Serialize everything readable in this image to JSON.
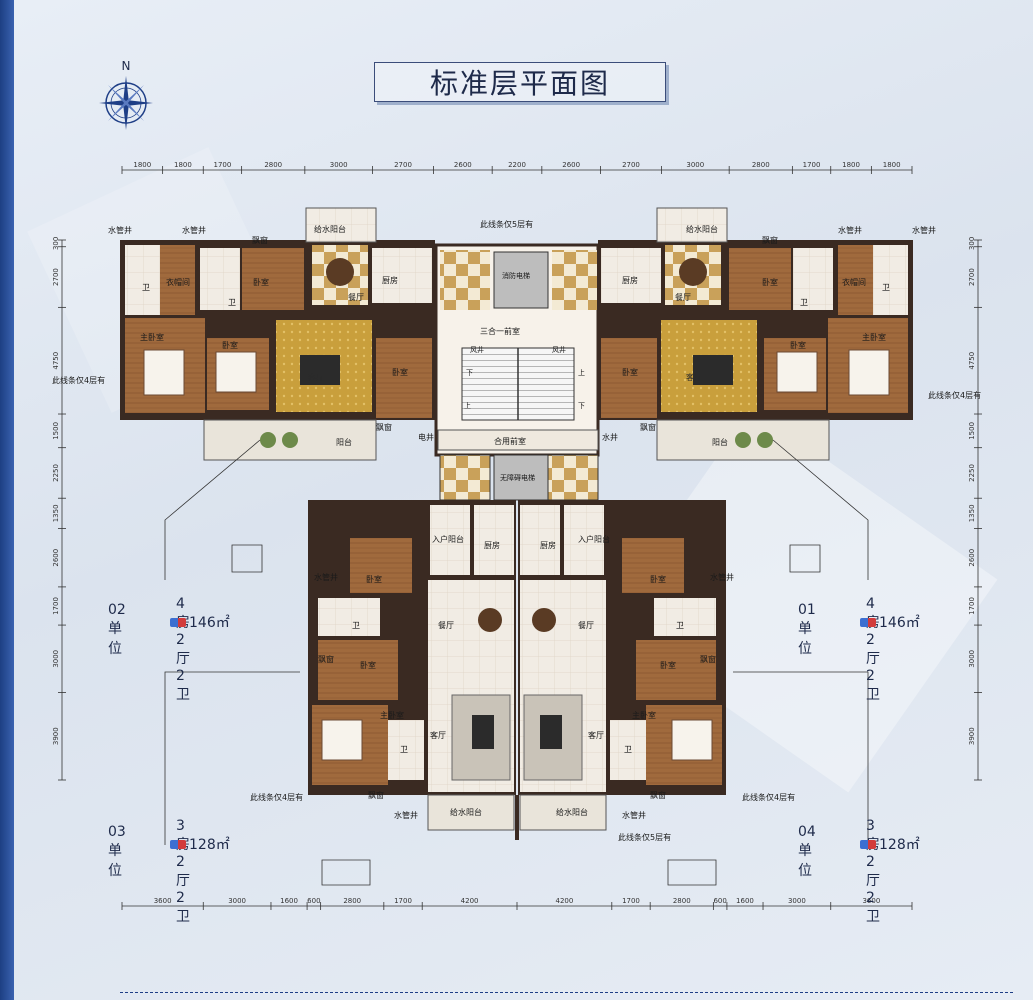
{
  "title": "标准层平面图",
  "compass": {
    "north_label": "N"
  },
  "dimensions": {
    "top": [
      "1800",
      "1800",
      "1700",
      "2800",
      "3000",
      "2700",
      "2600",
      "2200",
      "2600",
      "2700",
      "3000",
      "2800",
      "1700",
      "1800",
      "1800"
    ],
    "bottom": [
      "3600",
      "3000",
      "1600",
      "600",
      "2800",
      "1700",
      "4200",
      "4200",
      "1700",
      "2800",
      "600",
      "1600",
      "3000",
      "3600"
    ],
    "left": [
      "300",
      "2700",
      "4750",
      "1500",
      "2250",
      "1350",
      "2600",
      "1700",
      "3000",
      "3900"
    ],
    "right": [
      "300",
      "2700",
      "4750",
      "1500",
      "2250",
      "1350",
      "2600",
      "1700",
      "3000",
      "3900"
    ]
  },
  "units": [
    {
      "id": "02",
      "name": "02单位",
      "type": "4房2厅2卫",
      "area": "146㎡"
    },
    {
      "id": "01",
      "name": "01单位",
      "type": "4房2厅2卫",
      "area": "146㎡"
    },
    {
      "id": "03",
      "name": "03单位",
      "type": "3房2厅2卫",
      "area": "128㎡"
    },
    {
      "id": "04",
      "name": "04单位",
      "type": "3房2厅2卫",
      "area": "128㎡"
    }
  ],
  "labels": {
    "water_pipe": "水管井",
    "bathroom": "卫",
    "cloak": "衣帽间",
    "bedroom": "卧室",
    "bay_window": "飘窗",
    "master_bedroom": "主卧室",
    "kitchen": "厨房",
    "dining": "餐厅",
    "living": "客厅",
    "balcony": "阳台",
    "service_balcony": "给水阳台",
    "entrance_balcony": "入户阳台",
    "front_hall": "三合一前室",
    "shared_hall": "合用前室",
    "elec_shaft": "电井",
    "water_shaft": "水井",
    "wind_well": "风井",
    "fire_elevator": "消防电梯",
    "stair_up": "上",
    "stair_down": "下",
    "barrier_free_elevator": "无障碍电梯",
    "note_floor5": "此线条仅5层有",
    "note_floor4": "此线条仅4层有"
  }
}
